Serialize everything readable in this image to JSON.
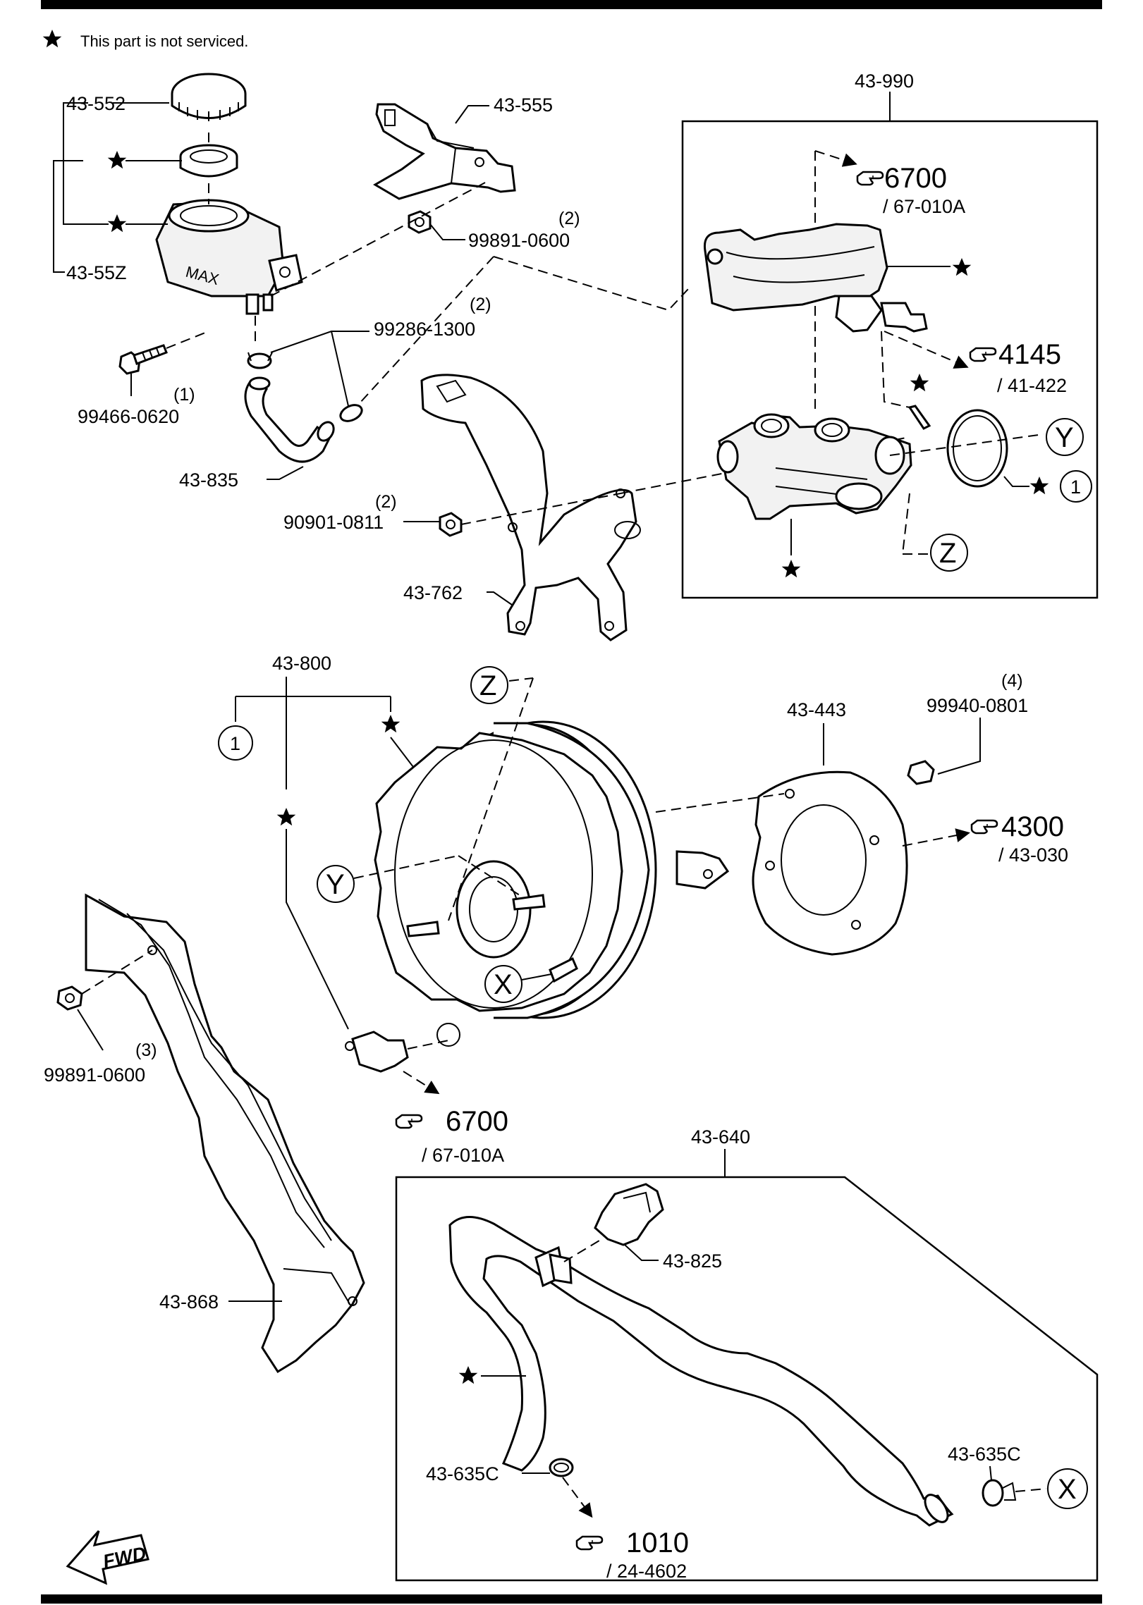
{
  "note": {
    "symbol": "★",
    "text": "This part is not serviced."
  },
  "parts": {
    "p43_552": "43-552",
    "p43_55Z": "43-55Z",
    "p43_555": "43-555",
    "p99891_0600_top": "99891-0600",
    "p99891_0600_top_qty": "(2)",
    "p99286_1300": "99286-1300",
    "p99286_1300_qty": "(2)",
    "p99466_0620": "99466-0620",
    "p99466_0620_qty": "(1)",
    "p43_835": "43-835",
    "p90901_0811": "90901-0811",
    "p90901_0811_qty": "(2)",
    "p43_762": "43-762",
    "p43_990": "43-990",
    "p43_800": "43-800",
    "p43_443": "43-443",
    "p99940_0801": "99940-0801",
    "p99940_0801_qty": "(4)",
    "p99891_0600_left": "99891-0600",
    "p99891_0600_left_qty": "(3)",
    "p43_868": "43-868",
    "p43_640": "43-640",
    "p43_825": "43-825",
    "p43_635C_a": "43-635C",
    "p43_635C_b": "43-635C"
  },
  "references": {
    "r6700_top": {
      "num": "6700",
      "sub": "/ 67-010A"
    },
    "r4145": {
      "num": "4145",
      "sub": "/ 41-422"
    },
    "r4300": {
      "num": "4300",
      "sub": "/ 43-030"
    },
    "r6700_mid": {
      "num": "6700",
      "sub": "/ 67-010A"
    },
    "r1010": {
      "num": "1010",
      "sub": "/ 24-4602"
    }
  },
  "callouts": {
    "Y": "Y",
    "Z": "Z",
    "X": "X",
    "one": "1"
  },
  "fwd": "FWD",
  "icons": [
    "star-icon",
    "hand-pointer-icon",
    "fwd-arrow-icon"
  ]
}
